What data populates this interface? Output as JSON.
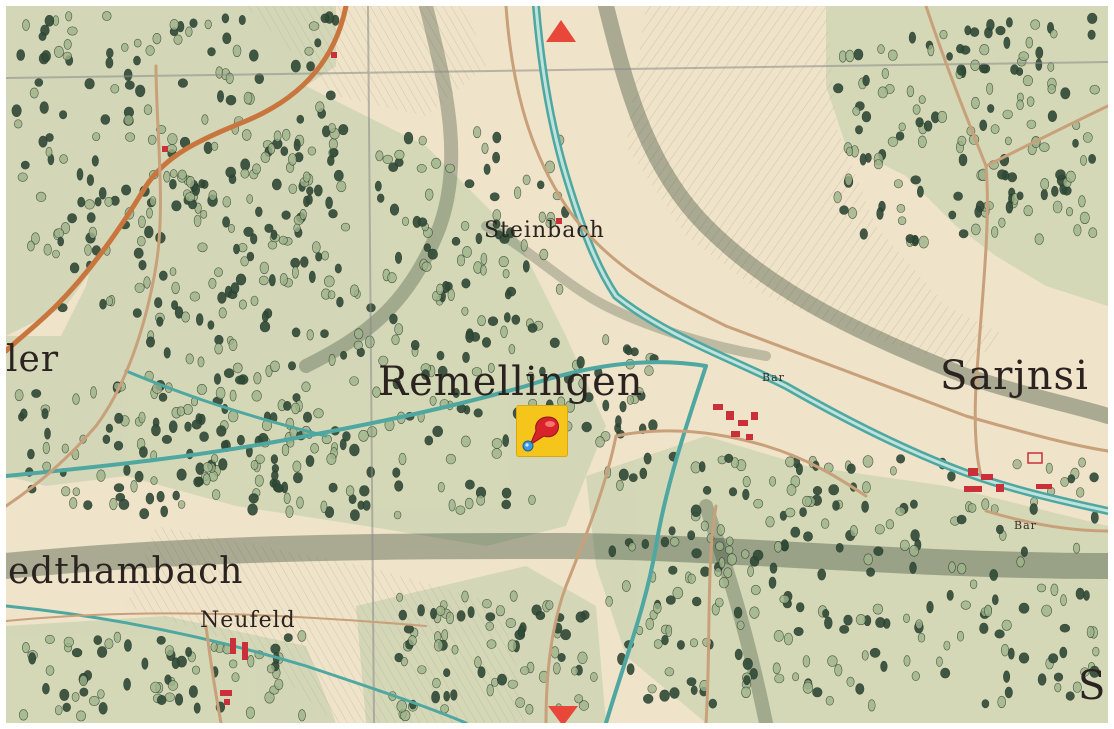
{
  "map": {
    "labels": {
      "remellingen": "Remellingen",
      "steinbach": "Steinbach",
      "sarjnsi": "Sarjnsi",
      "edthambach": "edthambach",
      "neufeld": "Neufeld",
      "ler": "ler",
      "bar_left": "Bar",
      "bar_right": "Bar",
      "s_edge": "S"
    },
    "colors": {
      "paper": "#efe3c9",
      "forest_light": "#9fb48a",
      "forest_dark": "#2f4a36",
      "river": "#4ea7a0",
      "road": "#c8763e",
      "building": "#c9303a",
      "nav_arrow": "#e8473a",
      "marker_bg": "#f5c51c"
    },
    "controls": {
      "nav_up": "north-arrow",
      "nav_down": "south-arrow",
      "marker": "location-pin-icon"
    }
  }
}
